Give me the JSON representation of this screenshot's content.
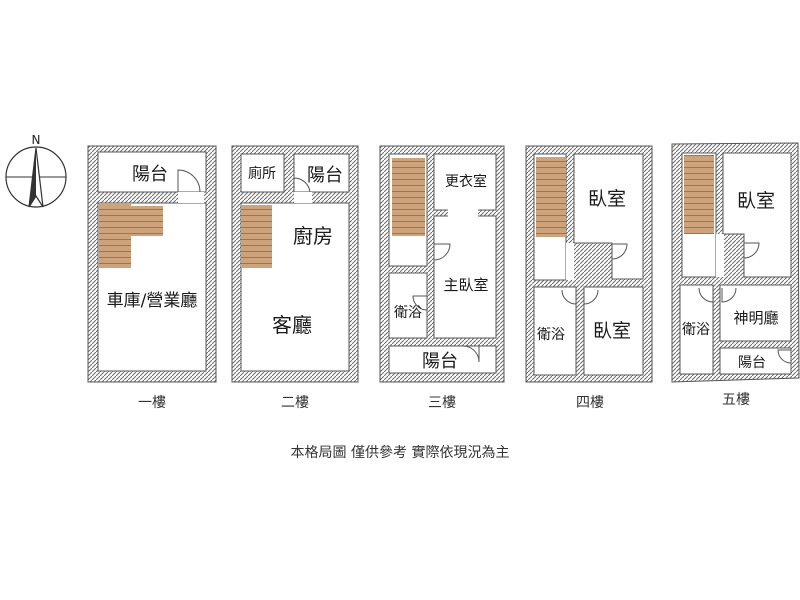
{
  "compass": {
    "north_label": "N"
  },
  "floors": [
    {
      "label": "一樓",
      "rooms": [
        "陽台",
        "車庫/營業廳"
      ]
    },
    {
      "label": "二樓",
      "rooms": [
        "廁所",
        "陽台",
        "廚房",
        "客廳"
      ]
    },
    {
      "label": "三樓",
      "rooms": [
        "更衣室",
        "主臥室",
        "衛浴",
        "陽台"
      ]
    },
    {
      "label": "四樓",
      "rooms": [
        "臥室",
        "衛浴",
        "臥室"
      ]
    },
    {
      "label": "五樓",
      "rooms": [
        "臥室",
        "衛浴",
        "神明廳",
        "陽台"
      ]
    }
  ],
  "disclaimer": "本格局圖 僅供參考 實際依現況為主",
  "colors": {
    "wall": "#666666",
    "hatch": "#8a8a8a",
    "stairs": "#cca37a",
    "stair_lines": "#9a7550"
  }
}
